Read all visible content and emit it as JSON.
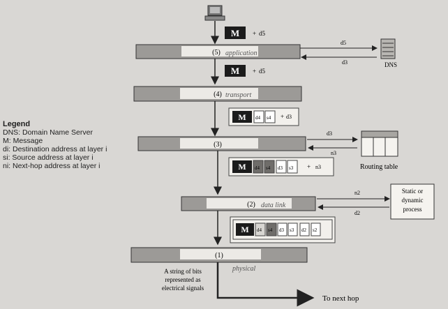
{
  "layers": {
    "application": {
      "number": "(5)",
      "handwritten": "application"
    },
    "transport": {
      "number": "(4)",
      "handwritten": "transport"
    },
    "network": {
      "number": "(3)"
    },
    "data_link": {
      "number": "(2)",
      "handwritten": "data link"
    },
    "physical": {
      "number": "(1)",
      "handwritten": "physical"
    }
  },
  "packets": {
    "msg": "M",
    "plus": "+",
    "d5": "d5",
    "d4": "d4",
    "s4": "s4",
    "d3": "d3",
    "s3": "s3",
    "n3": "n3",
    "d2": "d2",
    "s2": "s2",
    "n2": "n2"
  },
  "labels": {
    "dns": "DNS",
    "routing_table": "Routing table",
    "process": [
      "Static or",
      "dynamic",
      "process"
    ],
    "bits": [
      "A string of bits",
      "represented as",
      "electrical signals"
    ],
    "next_hop": "To next hop"
  },
  "legend": {
    "title": "Legend",
    "items": [
      "DNS: Domain Name Server",
      "M: Message",
      "di: Destination address at layer i",
      "si: Source address at layer i",
      "ni: Next-hop address at layer i"
    ]
  }
}
